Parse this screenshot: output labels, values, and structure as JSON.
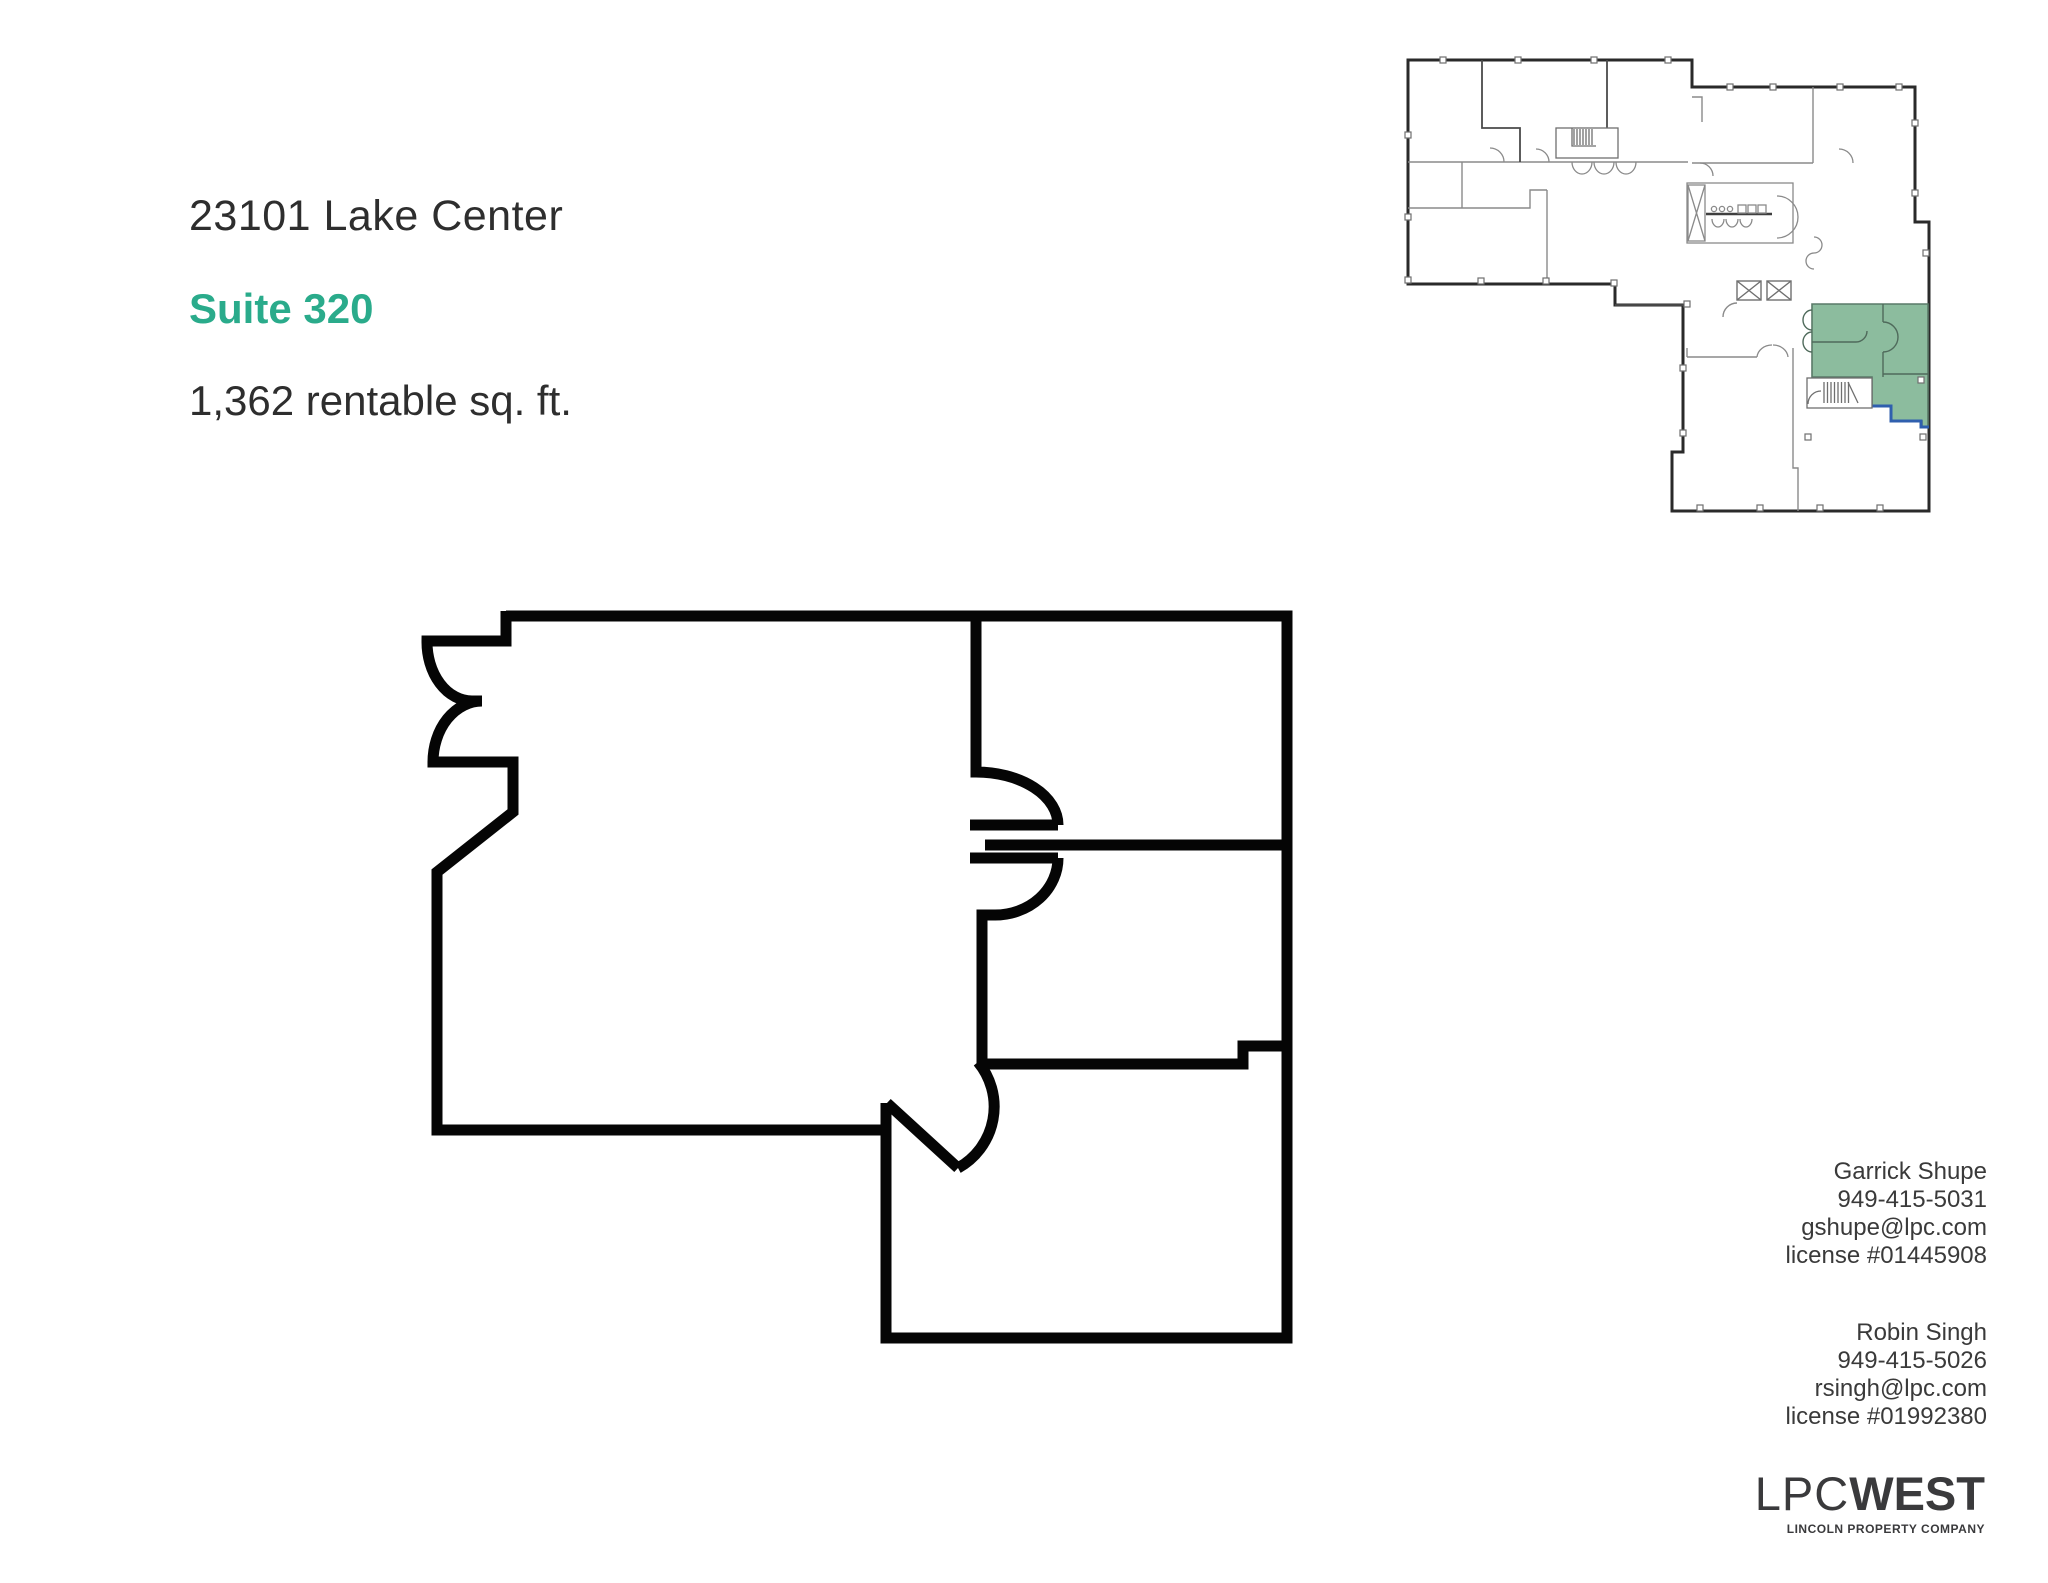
{
  "header": {
    "address": "23101 Lake Center",
    "suite": "Suite 320",
    "area": "1,362 rentable sq. ft.",
    "suite_color": "#2aab8b",
    "text_color": "#2e2e2e"
  },
  "key_plan": {
    "description": "building key plan with highlighted suite",
    "suite_fill_color": "#8cbc9e",
    "lod_line_color": "#2f5fae",
    "wall_color": "#2a2a2a",
    "interior_wall_color": "#8a8a8a"
  },
  "main_plan": {
    "description": "Suite 320 floor plan",
    "wall_color": "#050505"
  },
  "contacts": [
    {
      "name": "Garrick Shupe",
      "phone": "949-415-5031",
      "email": "gshupe@lpc.com",
      "license": "license #01445908"
    },
    {
      "name": "Robin Singh",
      "phone": "949-415-5026",
      "email": "rsingh@lpc.com",
      "license": "license #01992380"
    }
  ],
  "logo": {
    "lpc": "LPC",
    "west": "WEST",
    "tagline": "LINCOLN PROPERTY COMPANY",
    "color": "#3a3a3c"
  }
}
